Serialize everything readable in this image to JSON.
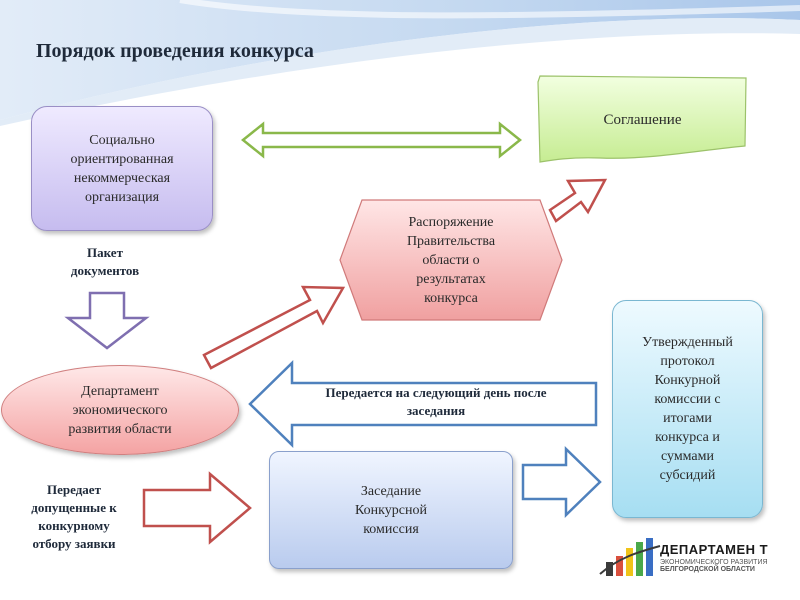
{
  "title": "Порядок проведения конкурса",
  "nodes": {
    "nko": "Социально\nориентированная\nнекоммерческая\nорганизация",
    "agreement": "Соглашение",
    "order": "Распоряжение\nПравительства\nобласти о\nрезультатах\nконкурса",
    "department": "Департамент\nэкономического\nразвития области",
    "meeting": "Заседание\nКонкурсной\nкомиссия",
    "protocol": "Утвержденный\nпротокол\nКонкурной\nкомиссии с\nитогами\nконкурса и\nсуммами\nсубсидий"
  },
  "labels": {
    "package": "Пакет\nдокументов",
    "passes": "Передает\nдопущенные к\nконкурному\nотбору заявки",
    "next_day": "Передается на следующий день после\nзаседания"
  },
  "logo": {
    "name": "ДЕПАРТАМЕН Т",
    "line1": "ЭКОНОМИЧЕСКОГО РАЗВИТИЯ",
    "line2": "БЕЛГОРОДСКОЙ ОБЛАСТИ"
  },
  "colors": {
    "nko": "#c6bcef",
    "agreement": "#ccf09a",
    "order": "#f2a6a6",
    "department": "#f4a3a3",
    "meeting": "#b9cbee",
    "protocol": "#a6def2",
    "arrow_green": "#8ab84a",
    "arrow_red": "#c0504d",
    "arrow_purple": "#7f6fb0",
    "arrow_blue": "#4f81bd"
  }
}
